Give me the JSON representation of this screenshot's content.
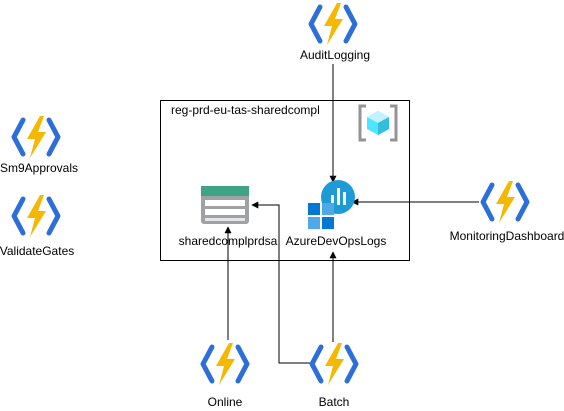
{
  "group": {
    "title": "reg-prd-eu-tas-sharedcompl"
  },
  "nodes": {
    "audit_logging": "AuditLogging",
    "sm9_approvals": "Sm9Approvals",
    "validate_gates": "ValidateGates",
    "storage_account": "sharedcomplprdsa",
    "app_insights": "AzureDevOpsLogs",
    "monitoring_dashboard": "MonitoringDashboard",
    "online": "Online",
    "batch": "Batch"
  },
  "colors": {
    "function_bolt": "#F5B800",
    "function_brackets": "#2D6FD8",
    "storage_green": "#3FA386",
    "insights_blue": "#1E9BD7",
    "tile_blue": "#0078D4",
    "cube_cyan": "#50E6FF"
  },
  "icons": {
    "function": "azure-function-icon",
    "storage": "storage-account-icon",
    "insights": "application-insights-icon",
    "resource_group": "resource-group-icon"
  }
}
